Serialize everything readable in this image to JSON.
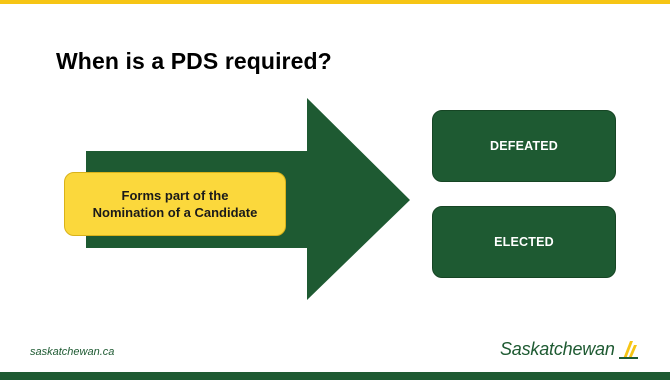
{
  "slide": {
    "title": "When is a PDS required?"
  },
  "diagram": {
    "source_line1": "Forms part of the",
    "source_line2": "Nomination of a Candidate",
    "outcomes": [
      "DEFEATED",
      "ELECTED"
    ]
  },
  "footer": {
    "url": "saskatchewan.ca",
    "logo_text": "Saskatchewan"
  },
  "colors": {
    "green": "#1e5a32",
    "yellow": "#fbd83c",
    "gold_bar": "#f6c515"
  },
  "icons": {
    "arrow": "right-arrow-icon",
    "logo": "saskatchewan-wheat-icon"
  }
}
